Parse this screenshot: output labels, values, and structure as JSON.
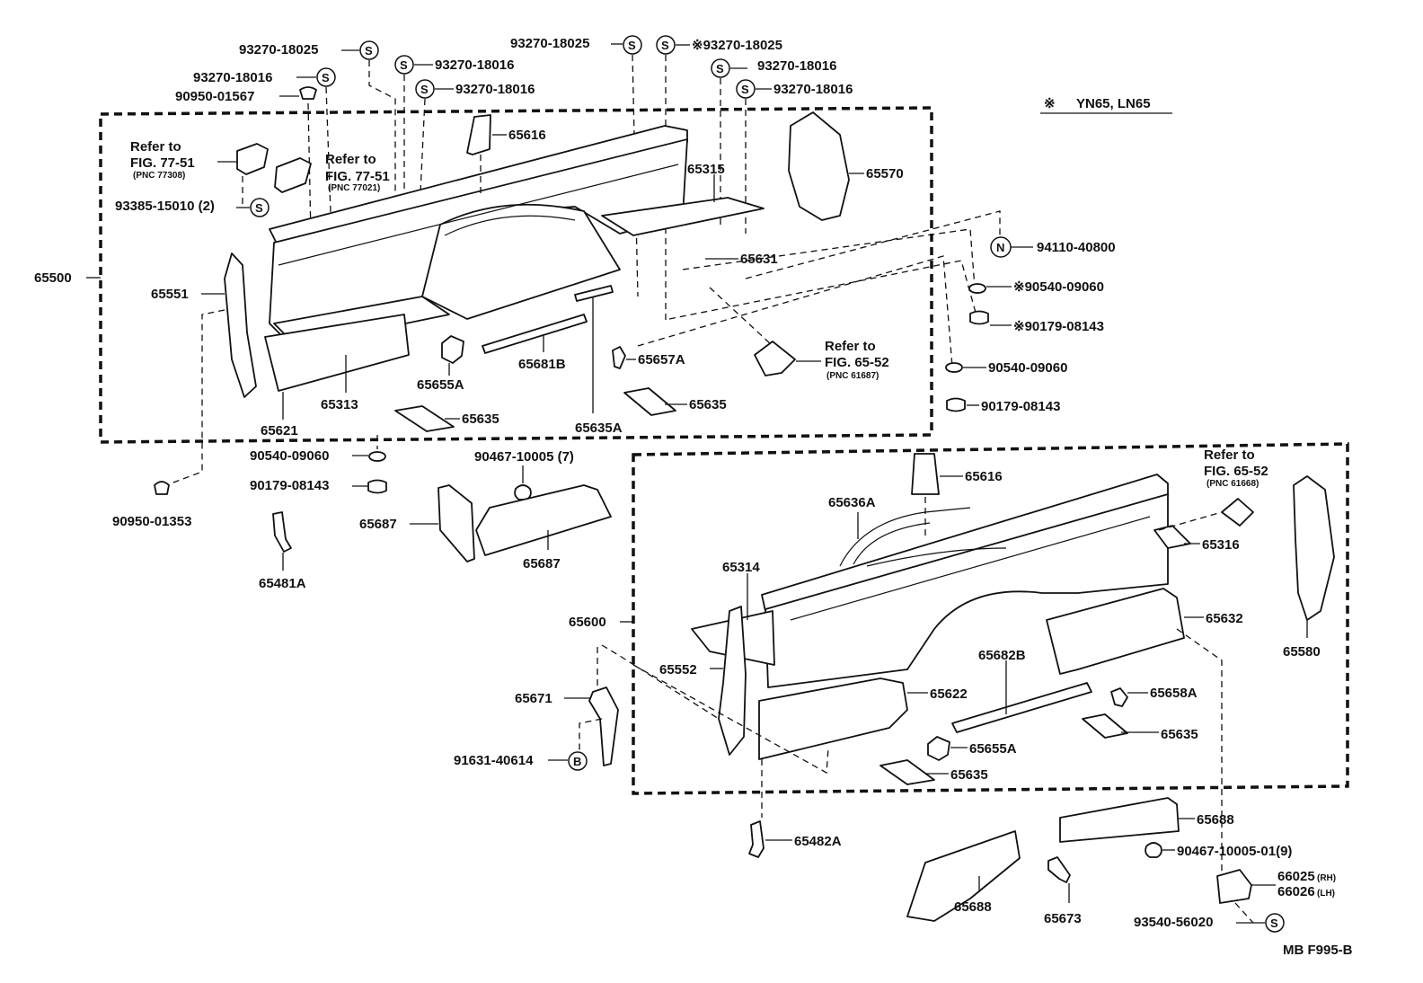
{
  "note": {
    "mark": "※",
    "text": "YN65, LN65"
  },
  "code": "MB F995-B",
  "symbols": {
    "s": "S",
    "n": "N",
    "b": "B"
  },
  "upper": {
    "assembly": "65500",
    "labels": {
      "b18025a": "93270-18025",
      "b18016a": "93270-18016",
      "c01567": "90950-01567",
      "b18016b": "93270-18016",
      "b18016c": "93270-18016",
      "b18025b": "93270-18025",
      "b18025c": "※93270-18025",
      "b18016d": "93270-18016",
      "b18016e": "93270-18016",
      "p65616": "65616",
      "p65315": "65315",
      "p65570": "65570",
      "n40800": "94110-40800",
      "w09060a": "※90540-09060",
      "cu08143a": "※90179-08143",
      "w09060b": "90540-09060",
      "cu08143b": "90179-08143",
      "p65631": "65631",
      "b15010": "93385-15010 (2)",
      "p65551": "65551",
      "p65313": "65313",
      "p65621": "65621",
      "p65655a": "65655A",
      "p65681b": "65681B",
      "p65657a": "65657A",
      "p65635a": "65635",
      "p65635b": "65635",
      "p65635A": "65635A"
    },
    "refs": {
      "r1": {
        "a": "Refer to",
        "b": "FIG. 77-51",
        "c": "(PNC 77308)"
      },
      "r2": {
        "a": "Refer to",
        "b": "FIG. 77-51",
        "c": "(PNC 77021)"
      },
      "r3": {
        "a": "Refer to",
        "b": "FIG. 65-52",
        "c": "(PNC 61687)"
      }
    }
  },
  "middle": {
    "c01353": "90950-01353",
    "w09060": "90540-09060",
    "cu08143": "90179-08143",
    "p65481a": "65481A",
    "p65687a": "65687",
    "p65687b": "65687",
    "c10005": "90467-10005 (7)"
  },
  "lower": {
    "assembly": "65600",
    "labels": {
      "p65616": "65616",
      "p65636a": "65636A",
      "p65316": "65316",
      "p65314": "65314",
      "p65632": "65632",
      "p65580": "65580",
      "p65552": "65552",
      "p65682b": "65682B",
      "p65622": "65622",
      "p65658a": "65658A",
      "p65635a": "65635",
      "p65655a": "65655A",
      "p65635b": "65635",
      "p65671": "65671",
      "b40614": "91631-40614"
    },
    "refs": {
      "r4": {
        "a": "Refer to",
        "b": "FIG. 65-52",
        "c": "(PNC 61668)"
      }
    }
  },
  "bottom": {
    "p65482a": "65482A",
    "p65688a": "65688",
    "p65688b": "65688",
    "p65673": "65673",
    "c10005": "90467-10005-01(9)",
    "p66025": "66025",
    "rh": "(RH)",
    "p66026": "66026",
    "lh": "(LH)",
    "b56020": "93540-56020"
  }
}
